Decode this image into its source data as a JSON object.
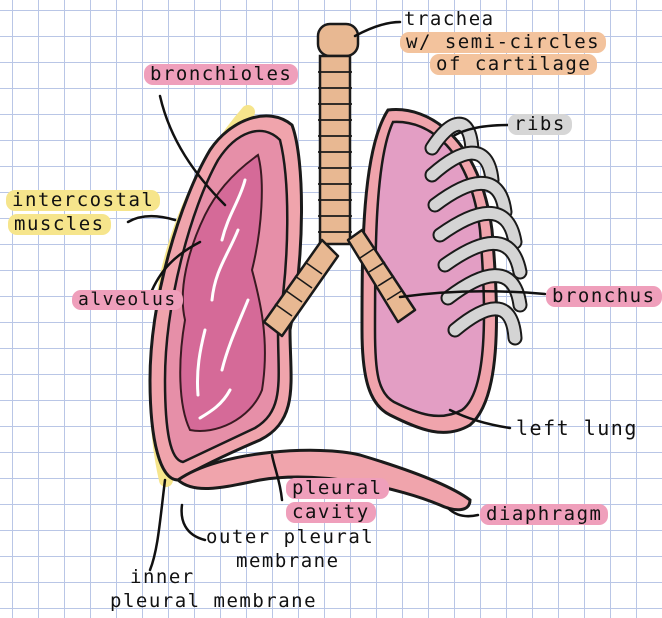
{
  "labels": {
    "trachea_line1": "trachea",
    "trachea_line2": "w/ semi-circles",
    "trachea_line3": "of cartilage",
    "bronchioles": "bronchioles",
    "ribs": "ribs",
    "intercostal_line1": "intercostal",
    "intercostal_line2": "muscles",
    "alveolus": "alveolus",
    "bronchus": "bronchus",
    "left_lung": "left lung",
    "pleural_line1": "pleural",
    "pleural_line2": "cavity",
    "diaphragm": "diaphragm",
    "outer_line1": "outer pleural",
    "outer_line2": "membrane",
    "inner_line1": "inner",
    "inner_line2": "pleural membrane"
  },
  "colors": {
    "lung_pink": "#f0a4ac",
    "lung_interior": "#e07ea8",
    "cartilage": "#e8b892",
    "rib_gray": "#d4d4d4",
    "highlight_yellow": "#f6e58c"
  }
}
